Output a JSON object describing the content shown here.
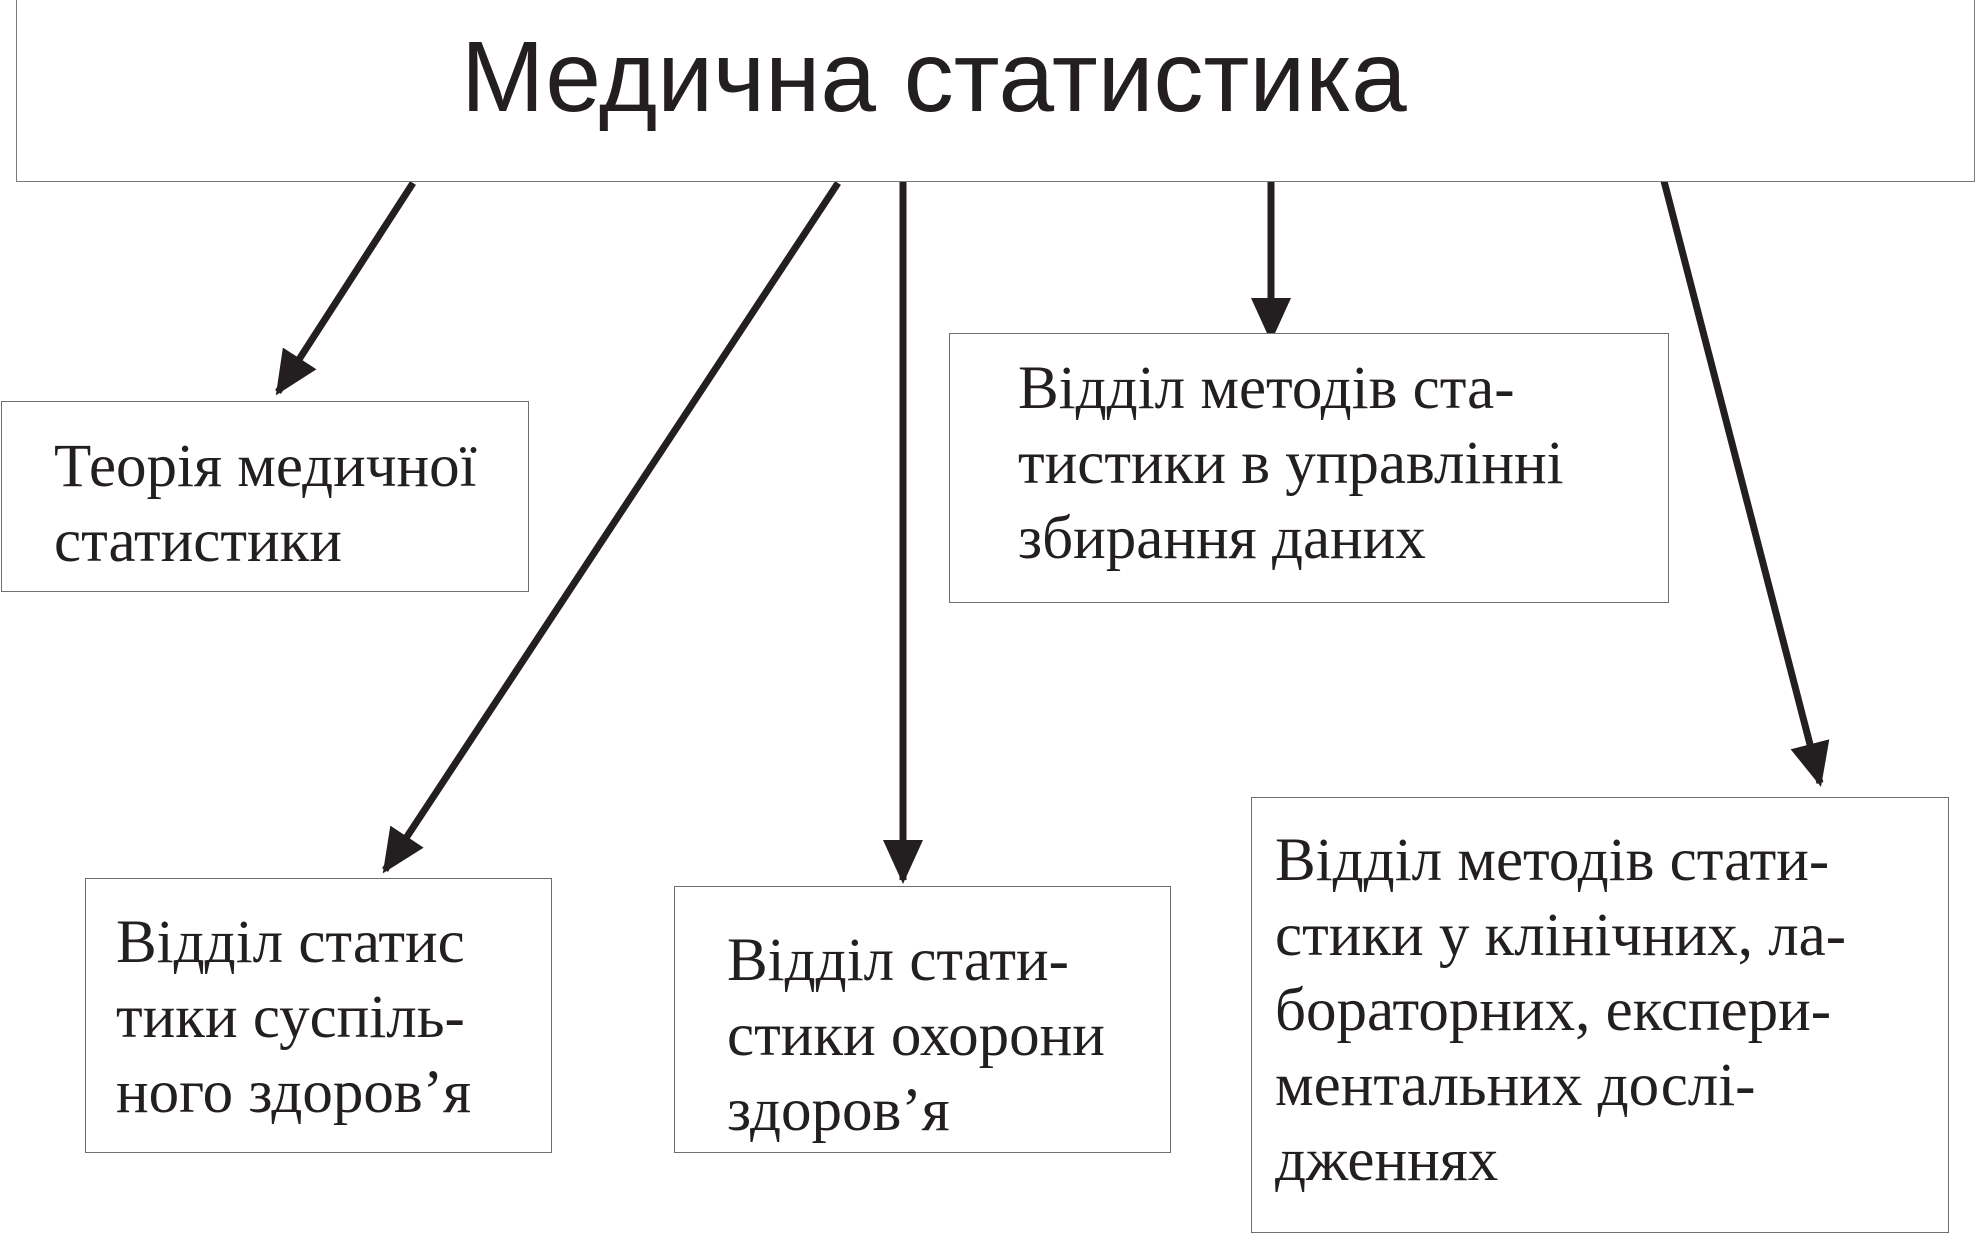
{
  "diagram": {
    "title": "Медична статистика",
    "nodes": [
      {
        "id": "theory",
        "lines": [
          "Теорія медичної",
          "статистики"
        ]
      },
      {
        "id": "public-health",
        "lines": [
          "Відділ статис",
          "тики суспіль-",
          "ного здоров’я"
        ]
      },
      {
        "id": "healthcare",
        "lines": [
          "Відділ стати-",
          "стики охорони",
          "здоров’я"
        ]
      },
      {
        "id": "management",
        "lines": [
          "Відділ методів ста-",
          "тистики в управлінні",
          "збирання даних"
        ]
      },
      {
        "id": "clinical",
        "lines": [
          "Відділ методів стати-",
          "стики у клінічних, ла-",
          "бораторних, експери-",
          "ментальних дослі-",
          "дженнях"
        ]
      }
    ],
    "edges": [
      {
        "from": "root",
        "to": "theory"
      },
      {
        "from": "root",
        "to": "public-health"
      },
      {
        "from": "root",
        "to": "healthcare"
      },
      {
        "from": "root",
        "to": "management"
      },
      {
        "from": "root",
        "to": "clinical"
      }
    ],
    "colors": {
      "line": "#231f20",
      "border": "#6f6f6f",
      "text": "#231f20",
      "background": "#ffffff"
    }
  }
}
